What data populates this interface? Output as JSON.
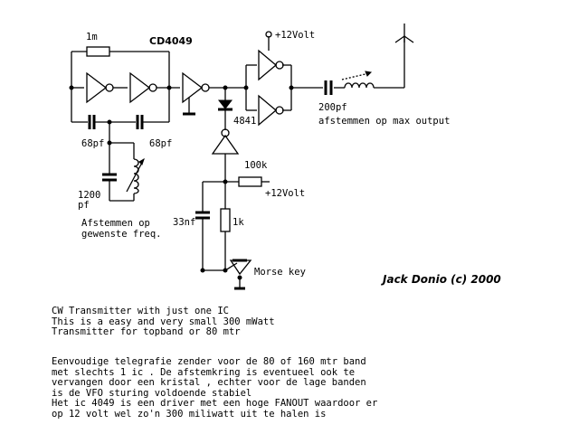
{
  "labels": {
    "ic": "CD4049",
    "r_feedback": "1m",
    "c_left": "68pf",
    "c_right": "68pf",
    "c_1200": "1200",
    "c_1200_unit": "pf",
    "tune_freq_1": "Afstemmen op",
    "tune_freq_2": "gewenste freq.",
    "vcc_top": "+12Volt",
    "diode": "4841",
    "c_out": "200pf",
    "tune_out": "afstemmen op max output",
    "r_100k": "100k",
    "vcc_mid": "+12Volt",
    "c_33n": "33nf",
    "r_1k": "1k",
    "key": "Morse key",
    "signature": "Jack Donio (c) 2000"
  },
  "description": {
    "block1": [
      "CW Transmitter with just one IC",
      "This is a easy and very small 300 mWatt",
      "Transmitter for topband or 80 mtr"
    ],
    "block2": [
      "Eenvoudige telegrafie zender voor de 80 of 160 mtr band",
      "met slechts 1 ic . De afstemkring is eventueel ook te",
      "vervangen door een kristal , echter voor de lage banden",
      "is de VFO sturing voldoende stabiel",
      "Het ic 4049 is een driver met een hoge FANOUT waardoor er",
      "op 12 volt wel zo'n 300 miliwatt uit te halen is"
    ]
  }
}
